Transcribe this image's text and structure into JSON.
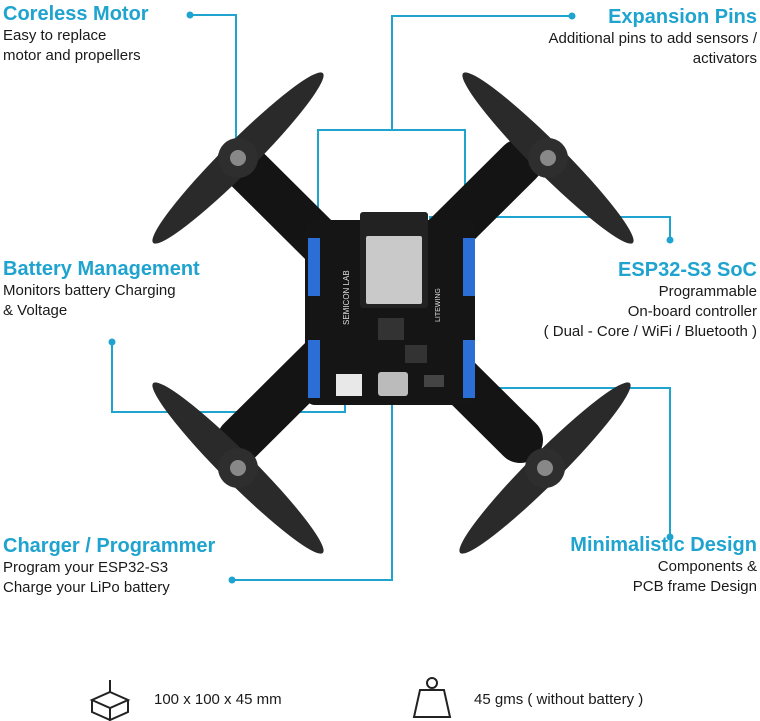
{
  "accent_color": "#1fa3cf",
  "features": {
    "coreless_motor": {
      "title": "Coreless Motor",
      "lines": [
        "Easy to replace",
        "motor and propellers"
      ]
    },
    "expansion_pins": {
      "title": "Expansion Pins",
      "lines": [
        "Additional pins to add sensors /",
        "activators"
      ]
    },
    "battery_management": {
      "title": "Battery Management",
      "lines": [
        "Monitors battery Charging",
        "& Voltage"
      ]
    },
    "esp32_soc": {
      "title": "ESP32-S3 SoC",
      "lines": [
        "Programmable",
        "On-board controller",
        "( Dual - Core / WiFi / Bluetooth )"
      ]
    },
    "charger_programmer": {
      "title": "Charger / Programmer",
      "lines": [
        "Program your  ESP32-S3",
        "Charge your LiPo battery"
      ]
    },
    "minimalistic_design": {
      "title": "Minimalistic Design",
      "lines": [
        "Components &",
        "PCB frame Design"
      ]
    }
  },
  "board_labels": {
    "brand": "SEMICON LAB",
    "module": "LITEWING"
  },
  "specs": {
    "dimensions": {
      "icon": "box-dimensions-icon",
      "text": "100 x 100 x 45 mm"
    },
    "weight": {
      "icon": "weight-icon",
      "text": "45 gms  ( without battery )"
    }
  }
}
